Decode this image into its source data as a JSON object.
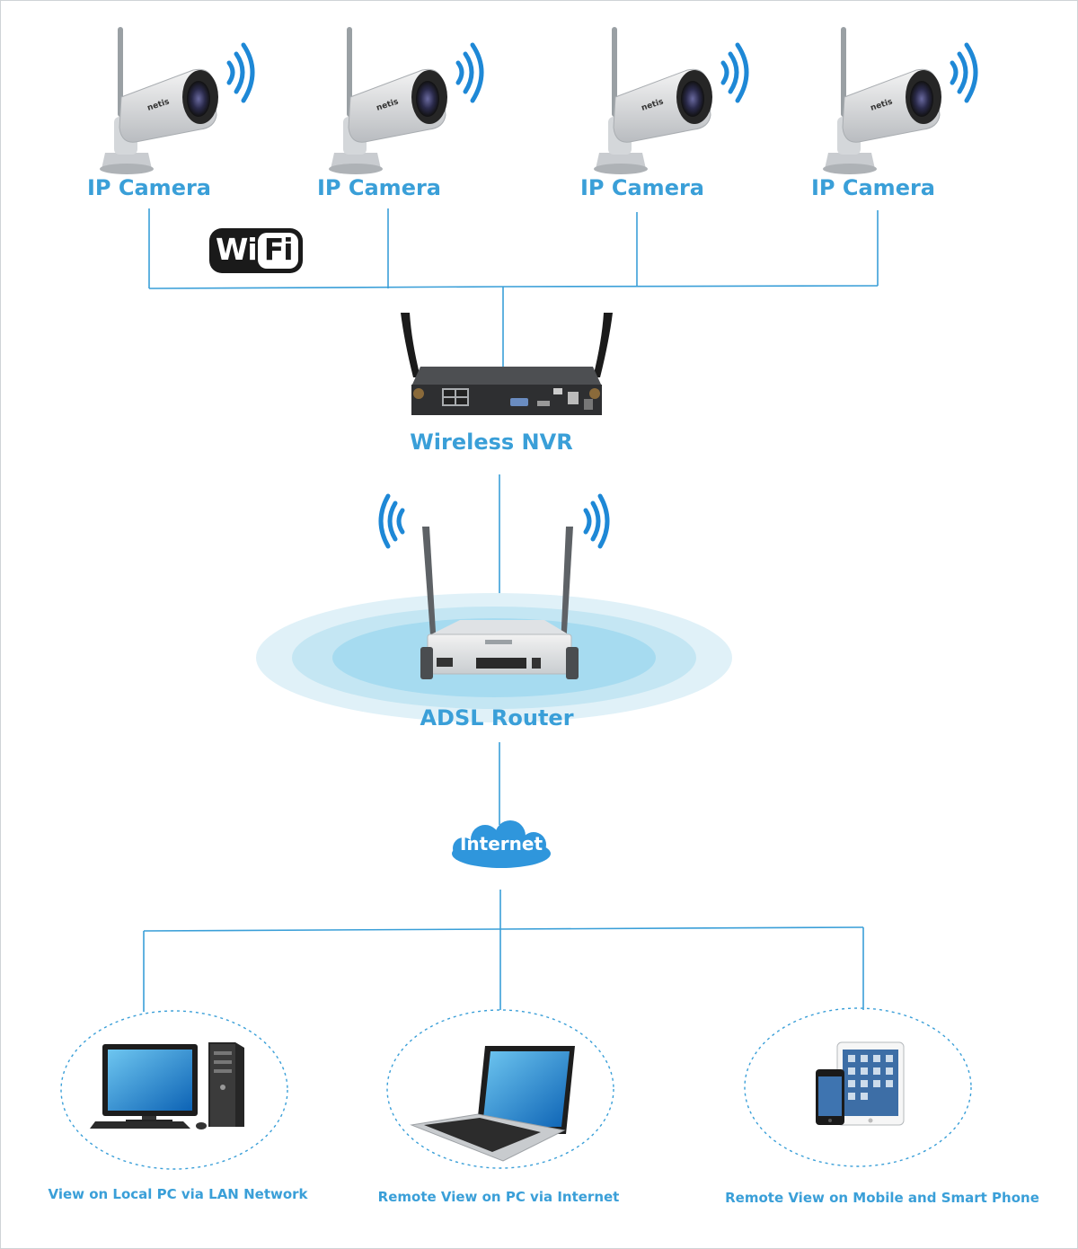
{
  "cameras": [
    {
      "label": "IP Camera",
      "brand": "netis"
    },
    {
      "label": "IP Camera",
      "brand": "netis"
    },
    {
      "label": "IP Camera",
      "brand": "netis"
    },
    {
      "label": "IP Camera",
      "brand": "netis"
    }
  ],
  "wifi_logo": {
    "wi": "Wi",
    "fi": "Fi"
  },
  "nvr": {
    "label": "Wireless NVR"
  },
  "router": {
    "label": "ADSL Router"
  },
  "internet": {
    "label": "Internet"
  },
  "views": [
    {
      "label": "View on Local PC via LAN Network",
      "icon": "desktop-pc-icon"
    },
    {
      "label": "Remote View on PC via Internet",
      "icon": "laptop-icon"
    },
    {
      "label": "Remote View on Mobile and Smart Phone",
      "icon": "tablet-phone-icon"
    }
  ],
  "colors": {
    "accent": "#3a9fd8",
    "line": "#3a9fd8",
    "device": "#d9dde0"
  }
}
